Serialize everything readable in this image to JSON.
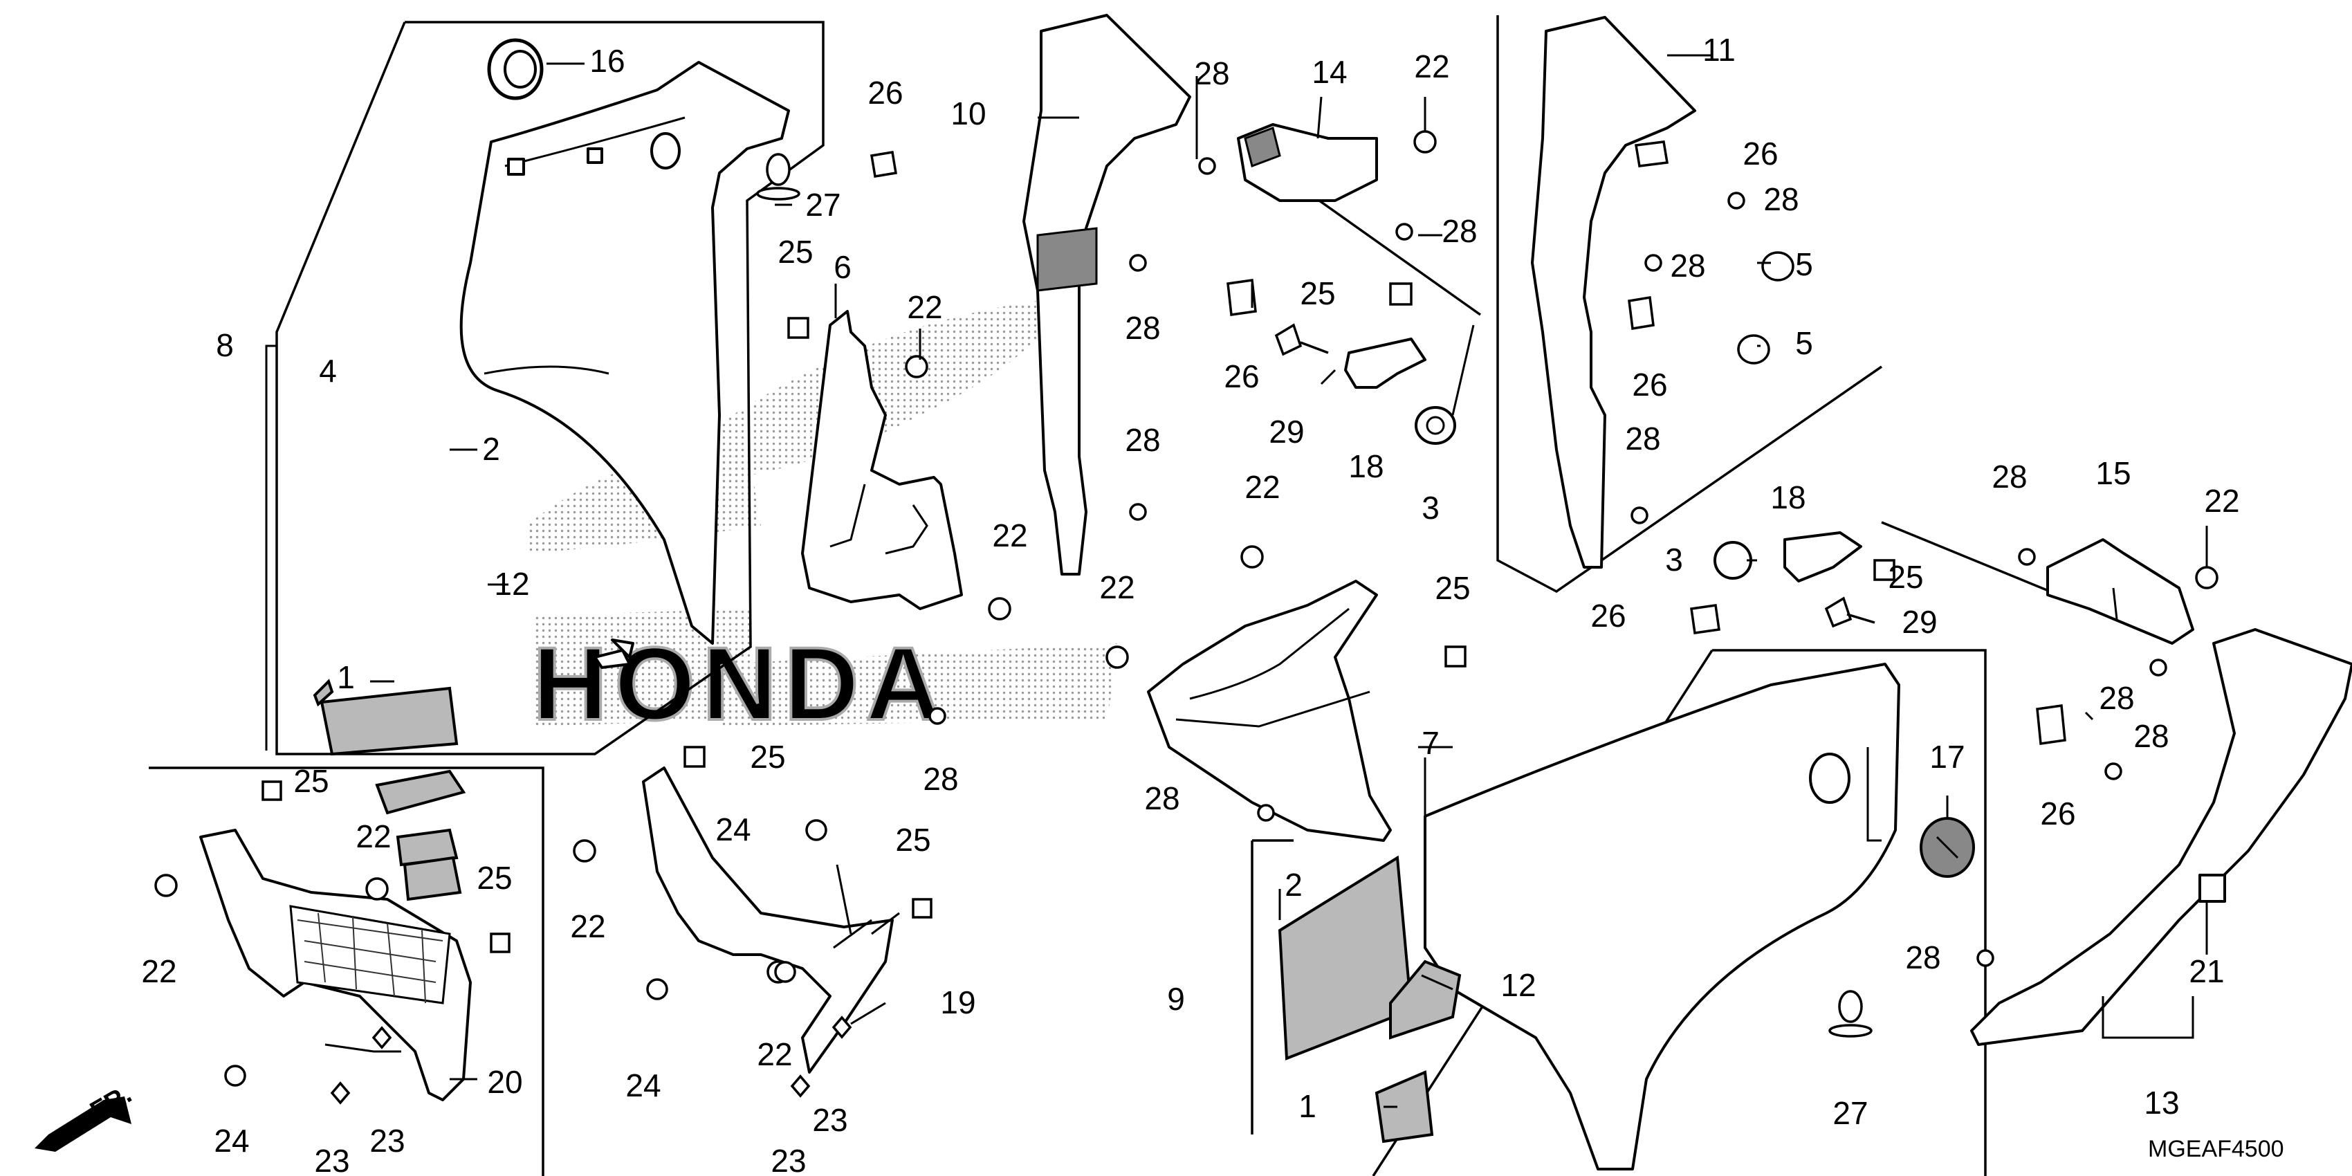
{
  "diagram": {
    "code": "MGEAF4500",
    "direction_label": "FR.",
    "logo_text": "HONDA",
    "callouts": [
      {
        "id": "c16",
        "label": "16"
      },
      {
        "id": "c8",
        "label": "8"
      },
      {
        "id": "c4",
        "label": "4"
      },
      {
        "id": "c2a",
        "label": "2"
      },
      {
        "id": "c12a",
        "label": "12"
      },
      {
        "id": "c1a",
        "label": "1"
      },
      {
        "id": "c26a",
        "label": "26"
      },
      {
        "id": "c27a",
        "label": "27"
      },
      {
        "id": "c25a",
        "label": "25"
      },
      {
        "id": "c6",
        "label": "6"
      },
      {
        "id": "c22a",
        "label": "22"
      },
      {
        "id": "c22b",
        "label": "22"
      },
      {
        "id": "c28a",
        "label": "28"
      },
      {
        "id": "c10",
        "label": "10"
      },
      {
        "id": "c28b",
        "label": "28"
      },
      {
        "id": "c28c",
        "label": "28"
      },
      {
        "id": "c28d",
        "label": "28"
      },
      {
        "id": "c14",
        "label": "14"
      },
      {
        "id": "c22c",
        "label": "22"
      },
      {
        "id": "c28e",
        "label": "28"
      },
      {
        "id": "c25b",
        "label": "25"
      },
      {
        "id": "c26b",
        "label": "26"
      },
      {
        "id": "c29a",
        "label": "29"
      },
      {
        "id": "c18a",
        "label": "18"
      },
      {
        "id": "c3a",
        "label": "3"
      },
      {
        "id": "c22d",
        "label": "22"
      },
      {
        "id": "c22e",
        "label": "22"
      },
      {
        "id": "c25c",
        "label": "25"
      },
      {
        "id": "c7",
        "label": "7"
      },
      {
        "id": "c28f",
        "label": "28"
      },
      {
        "id": "c11",
        "label": "11"
      },
      {
        "id": "c26c",
        "label": "26"
      },
      {
        "id": "c28g",
        "label": "28"
      },
      {
        "id": "c28h",
        "label": "28"
      },
      {
        "id": "c5a",
        "label": "5"
      },
      {
        "id": "c5b",
        "label": "5"
      },
      {
        "id": "c26d",
        "label": "26"
      },
      {
        "id": "c28i",
        "label": "28"
      },
      {
        "id": "c18b",
        "label": "18"
      },
      {
        "id": "c3b",
        "label": "3"
      },
      {
        "id": "c25d",
        "label": "25"
      },
      {
        "id": "c26e",
        "label": "26"
      },
      {
        "id": "c29b",
        "label": "29"
      },
      {
        "id": "c28j",
        "label": "28"
      },
      {
        "id": "c15",
        "label": "15"
      },
      {
        "id": "c22f",
        "label": "22"
      },
      {
        "id": "c28k",
        "label": "28"
      },
      {
        "id": "c28l",
        "label": "28"
      },
      {
        "id": "c26f",
        "label": "26"
      },
      {
        "id": "c17",
        "label": "17"
      },
      {
        "id": "c21",
        "label": "21"
      },
      {
        "id": "c13",
        "label": "13"
      },
      {
        "id": "c28m",
        "label": "28"
      },
      {
        "id": "c27b",
        "label": "27"
      },
      {
        "id": "c9",
        "label": "9"
      },
      {
        "id": "c2b",
        "label": "2"
      },
      {
        "id": "c12b",
        "label": "12"
      },
      {
        "id": "c1b",
        "label": "1"
      },
      {
        "id": "c25e",
        "label": "25"
      },
      {
        "id": "c22g",
        "label": "22"
      },
      {
        "id": "c25f",
        "label": "25"
      },
      {
        "id": "c22h",
        "label": "22"
      },
      {
        "id": "c20",
        "label": "20"
      },
      {
        "id": "c24a",
        "label": "24"
      },
      {
        "id": "c23a",
        "label": "23"
      },
      {
        "id": "c23b",
        "label": "23"
      },
      {
        "id": "c25g",
        "label": "25"
      },
      {
        "id": "c22i",
        "label": "22"
      },
      {
        "id": "c24b",
        "label": "24"
      },
      {
        "id": "c25h",
        "label": "25"
      },
      {
        "id": "c24c",
        "label": "24"
      },
      {
        "id": "c22j",
        "label": "22"
      },
      {
        "id": "c19",
        "label": "19"
      },
      {
        "id": "c23c",
        "label": "23"
      },
      {
        "id": "c23d",
        "label": "23"
      }
    ]
  }
}
